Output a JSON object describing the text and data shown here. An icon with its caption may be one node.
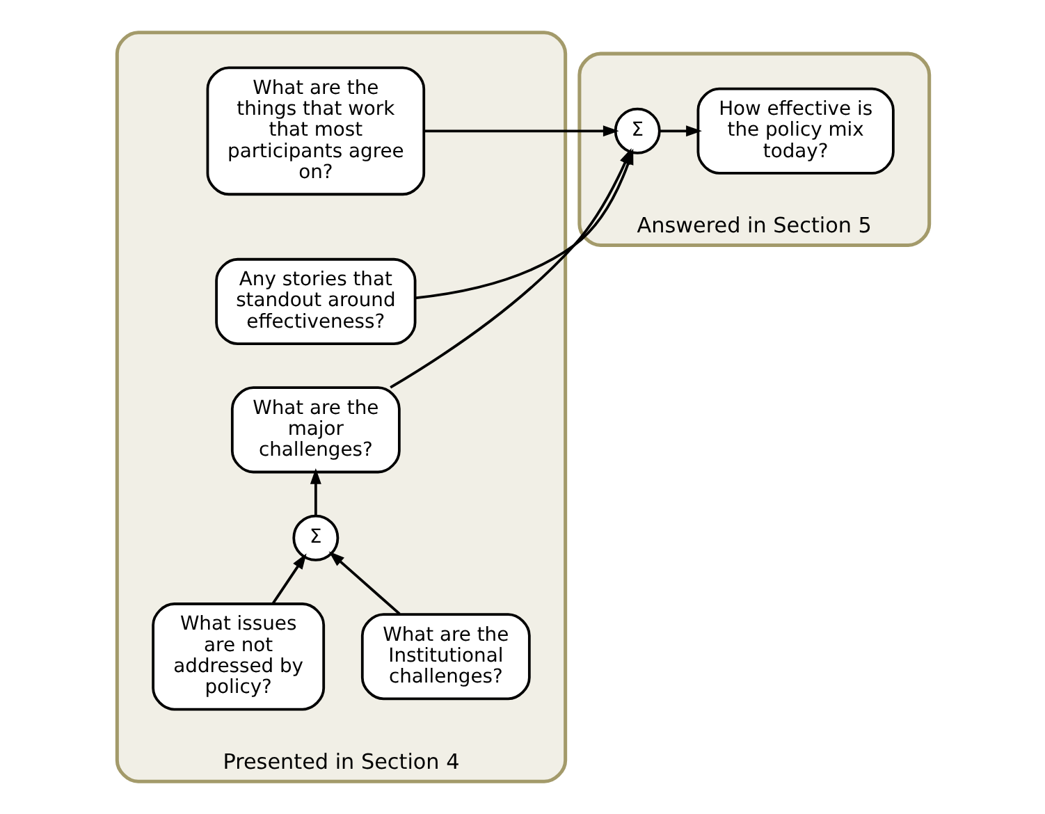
{
  "diagram": {
    "nodes": [
      {
        "text": [
          "Presented in Section 4"
        ]
      },
      {
        "text": [
          "Answered in Section 5"
        ]
      },
      {
        "text": [
          "What are the things that work that most participants agree on?"
        ],
        "in": 0
      },
      {
        "text": [
          "Any stories that standout around effectiveness?"
        ],
        "in": 0
      },
      {
        "text": [
          "What are the major challenges?"
        ],
        "in": 0
      },
      {
        "text": [
          "Σ"
        ],
        "in": 0
      },
      {
        "text": [
          "What are the Institutional challenges?"
        ],
        "in": 0
      },
      {
        "text": [
          "What issues are not addressed by policy?"
        ],
        "in": 0
      },
      {
        "text": [
          "Σ"
        ],
        "in": 1
      },
      {
        "text": [
          "How effective is the policy mix today?"
        ],
        "in": 1
      }
    ],
    "edges": [
      {
        "from": 6,
        "to": 5,
        "arrow": "to"
      },
      {
        "from": 7,
        "to": 5,
        "arrow": "to"
      },
      {
        "from": 5,
        "to": 4,
        "arrow": "to"
      },
      {
        "from": 2,
        "to": 8,
        "arrow": "to"
      },
      {
        "from": 3,
        "to": 8,
        "arrow": "to"
      },
      {
        "from": 4,
        "to": 8,
        "arrow": "to"
      },
      {
        "from": 8,
        "to": 9,
        "arrow": "to"
      }
    ]
  }
}
